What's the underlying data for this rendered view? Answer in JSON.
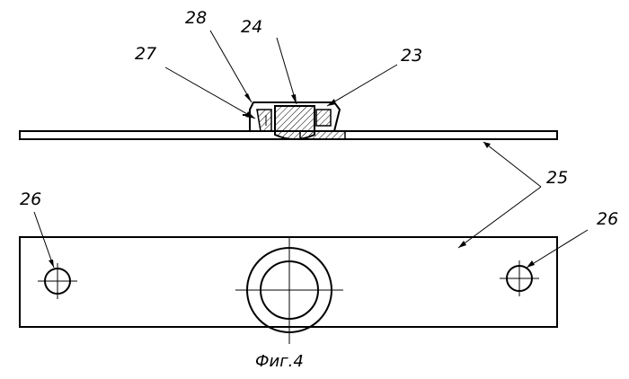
{
  "figure": {
    "caption": "Фиг.4",
    "labels": {
      "l23": "23",
      "l24": "24",
      "l25": "25",
      "l26_left": "26",
      "l26_right": "26",
      "l27": "27",
      "l28": "28"
    }
  }
}
